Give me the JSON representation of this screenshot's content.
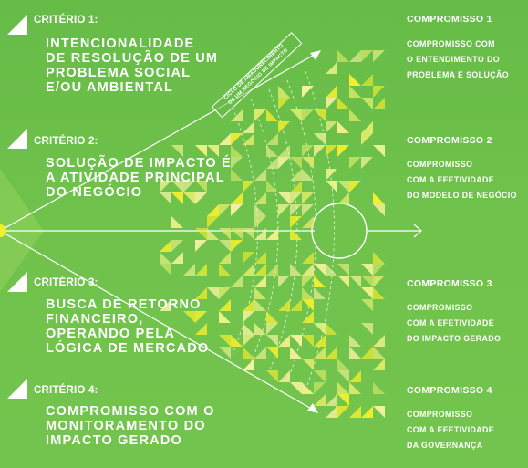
{
  "criteria": [
    {
      "label": "CRITÉRIO 1:",
      "text": "INTENCIONALIDADE\nDE RESOLUÇÃO DE UM\nPROBLEMA SOCIAL\nE/OU AMBIENTAL"
    },
    {
      "label": "CRITÉRIO 2:",
      "text": "SOLUÇÃO DE IMPACTO É\nA ATIVIDADE PRINCIPAL\nDO NEGÓCIO"
    },
    {
      "label": "CRITÉRIO 3:",
      "text": "BUSCA DE RETORNO\nFINANCEIRO,\nOPERANDO PELA\nLÓGICA DE MERCADO"
    },
    {
      "label": "CRITÉRIO 4:",
      "text": "COMPROMISSO COM O\nMONITORAMENTO DO\nIMPACTO GERADO"
    }
  ],
  "commitments": [
    {
      "title": "COMPROMISSO 1",
      "text": "COMPROMISSO COM\nO ENTENDIMENTO DO\nPROBLEMA E SOLUÇÃO"
    },
    {
      "title": "COMPROMISSO 2",
      "text": "COMPROMISSO\nCOM A EFETIVIDADE\nDO MODELO DE NEGÓCIO"
    },
    {
      "title": "COMPROMISSO 3",
      "text": "COMPROMISSO\nCOM A EFETIVIDADE\nDO IMPACTO GERADO"
    },
    {
      "title": "COMPROMISSO 4",
      "text": "COMPROMISSO\nCOM A EFETIVIDADE\nDA GOVERNANÇA"
    }
  ],
  "cycle_label": "CICLO DE AMADURECIMENTO\nDE UM NEGÓCIO DE IMPACTO",
  "colors": {
    "background": "#6abf49",
    "accent_yellow": "#f2ef2e",
    "pale_yellow": "#eef28a",
    "text": "#ffffff"
  }
}
